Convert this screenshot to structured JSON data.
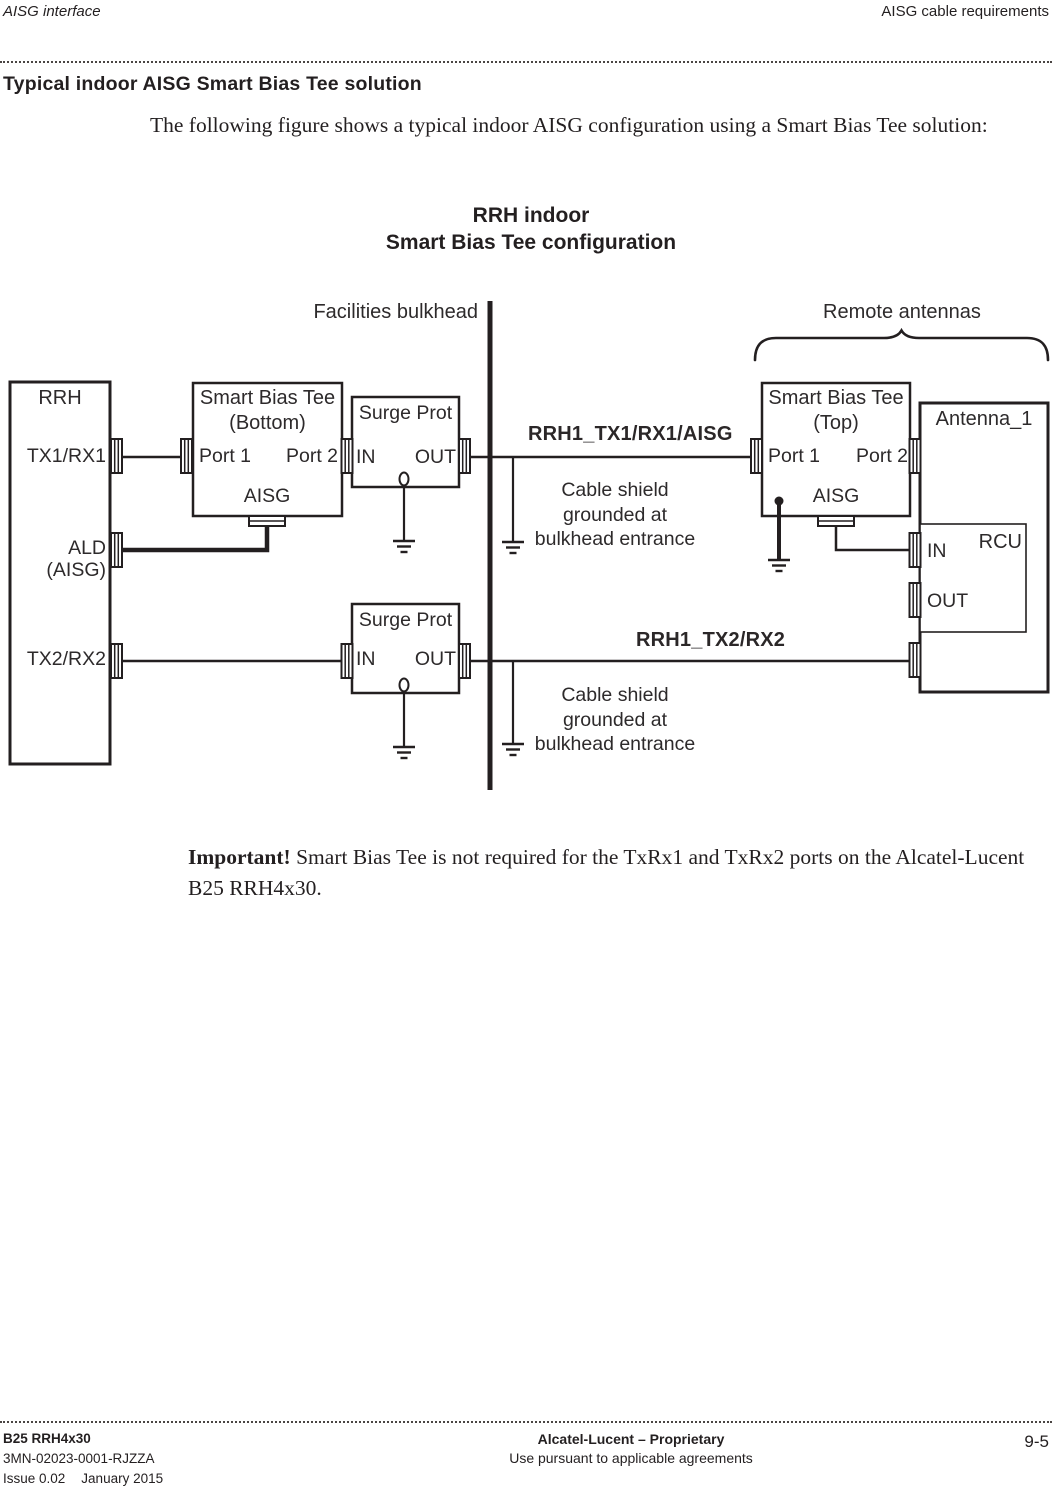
{
  "page": {
    "header": {
      "left": "AISG interface",
      "right": "AISG cable requirements"
    },
    "section_title": "Typical indoor AISG Smart Bias Tee solution",
    "intro_text": "The following figure shows a typical indoor AISG configuration using a Smart Bias Tee solution:",
    "important": {
      "label": "Important!",
      "text": " Smart Bias Tee is not required for the TxRx1 and TxRx2 ports on the Alcatel-Lucent B25 RRH4x30."
    },
    "footer": {
      "product": "B25 RRH4x30",
      "doc_number": "3MN-02023-0001-RJZZA",
      "issue": "Issue 0.02",
      "date": "January 2015",
      "proprietary": "Alcatel-Lucent – Proprietary",
      "usage": "Use pursuant to applicable agreements",
      "page_number": "9-5"
    }
  },
  "diagram": {
    "title_line1": "RRH indoor",
    "title_line2": "Smart Bias Tee configuration",
    "zone_left": "Facilities bulkhead",
    "zone_right": "Remote antennas",
    "rrh": {
      "title": "RRH",
      "port_tx1": "TX1/RX1",
      "port_ald": "ALD (AISG)",
      "port_tx2": "TX2/RX2"
    },
    "sbt_bottom": {
      "title": "Smart Bias Tee",
      "subtitle": "(Bottom)",
      "port1": "Port 1",
      "port2": "Port 2",
      "aisg": "AISG"
    },
    "surge_prot_top": {
      "title": "Surge Prot",
      "in": "IN",
      "out": "OUT"
    },
    "surge_prot_bottom": {
      "title": "Surge Prot",
      "in": "IN",
      "out": "OUT"
    },
    "sbt_top": {
      "title": "Smart Bias Tee",
      "subtitle": "(Top)",
      "port1": "Port 1",
      "port2": "Port 2",
      "aisg": "AISG"
    },
    "antenna": {
      "title": "Antenna_1",
      "rcu": "RCU",
      "in": "IN",
      "out": "OUT"
    },
    "cable1_label": "RRH1_TX1/RX1/AISG",
    "cable2_label": "RRH1_TX2/RX2",
    "ground_note": "Cable shield\ngrounded at\nbulkhead entrance",
    "colors": {
      "ink": "#231f20"
    }
  }
}
